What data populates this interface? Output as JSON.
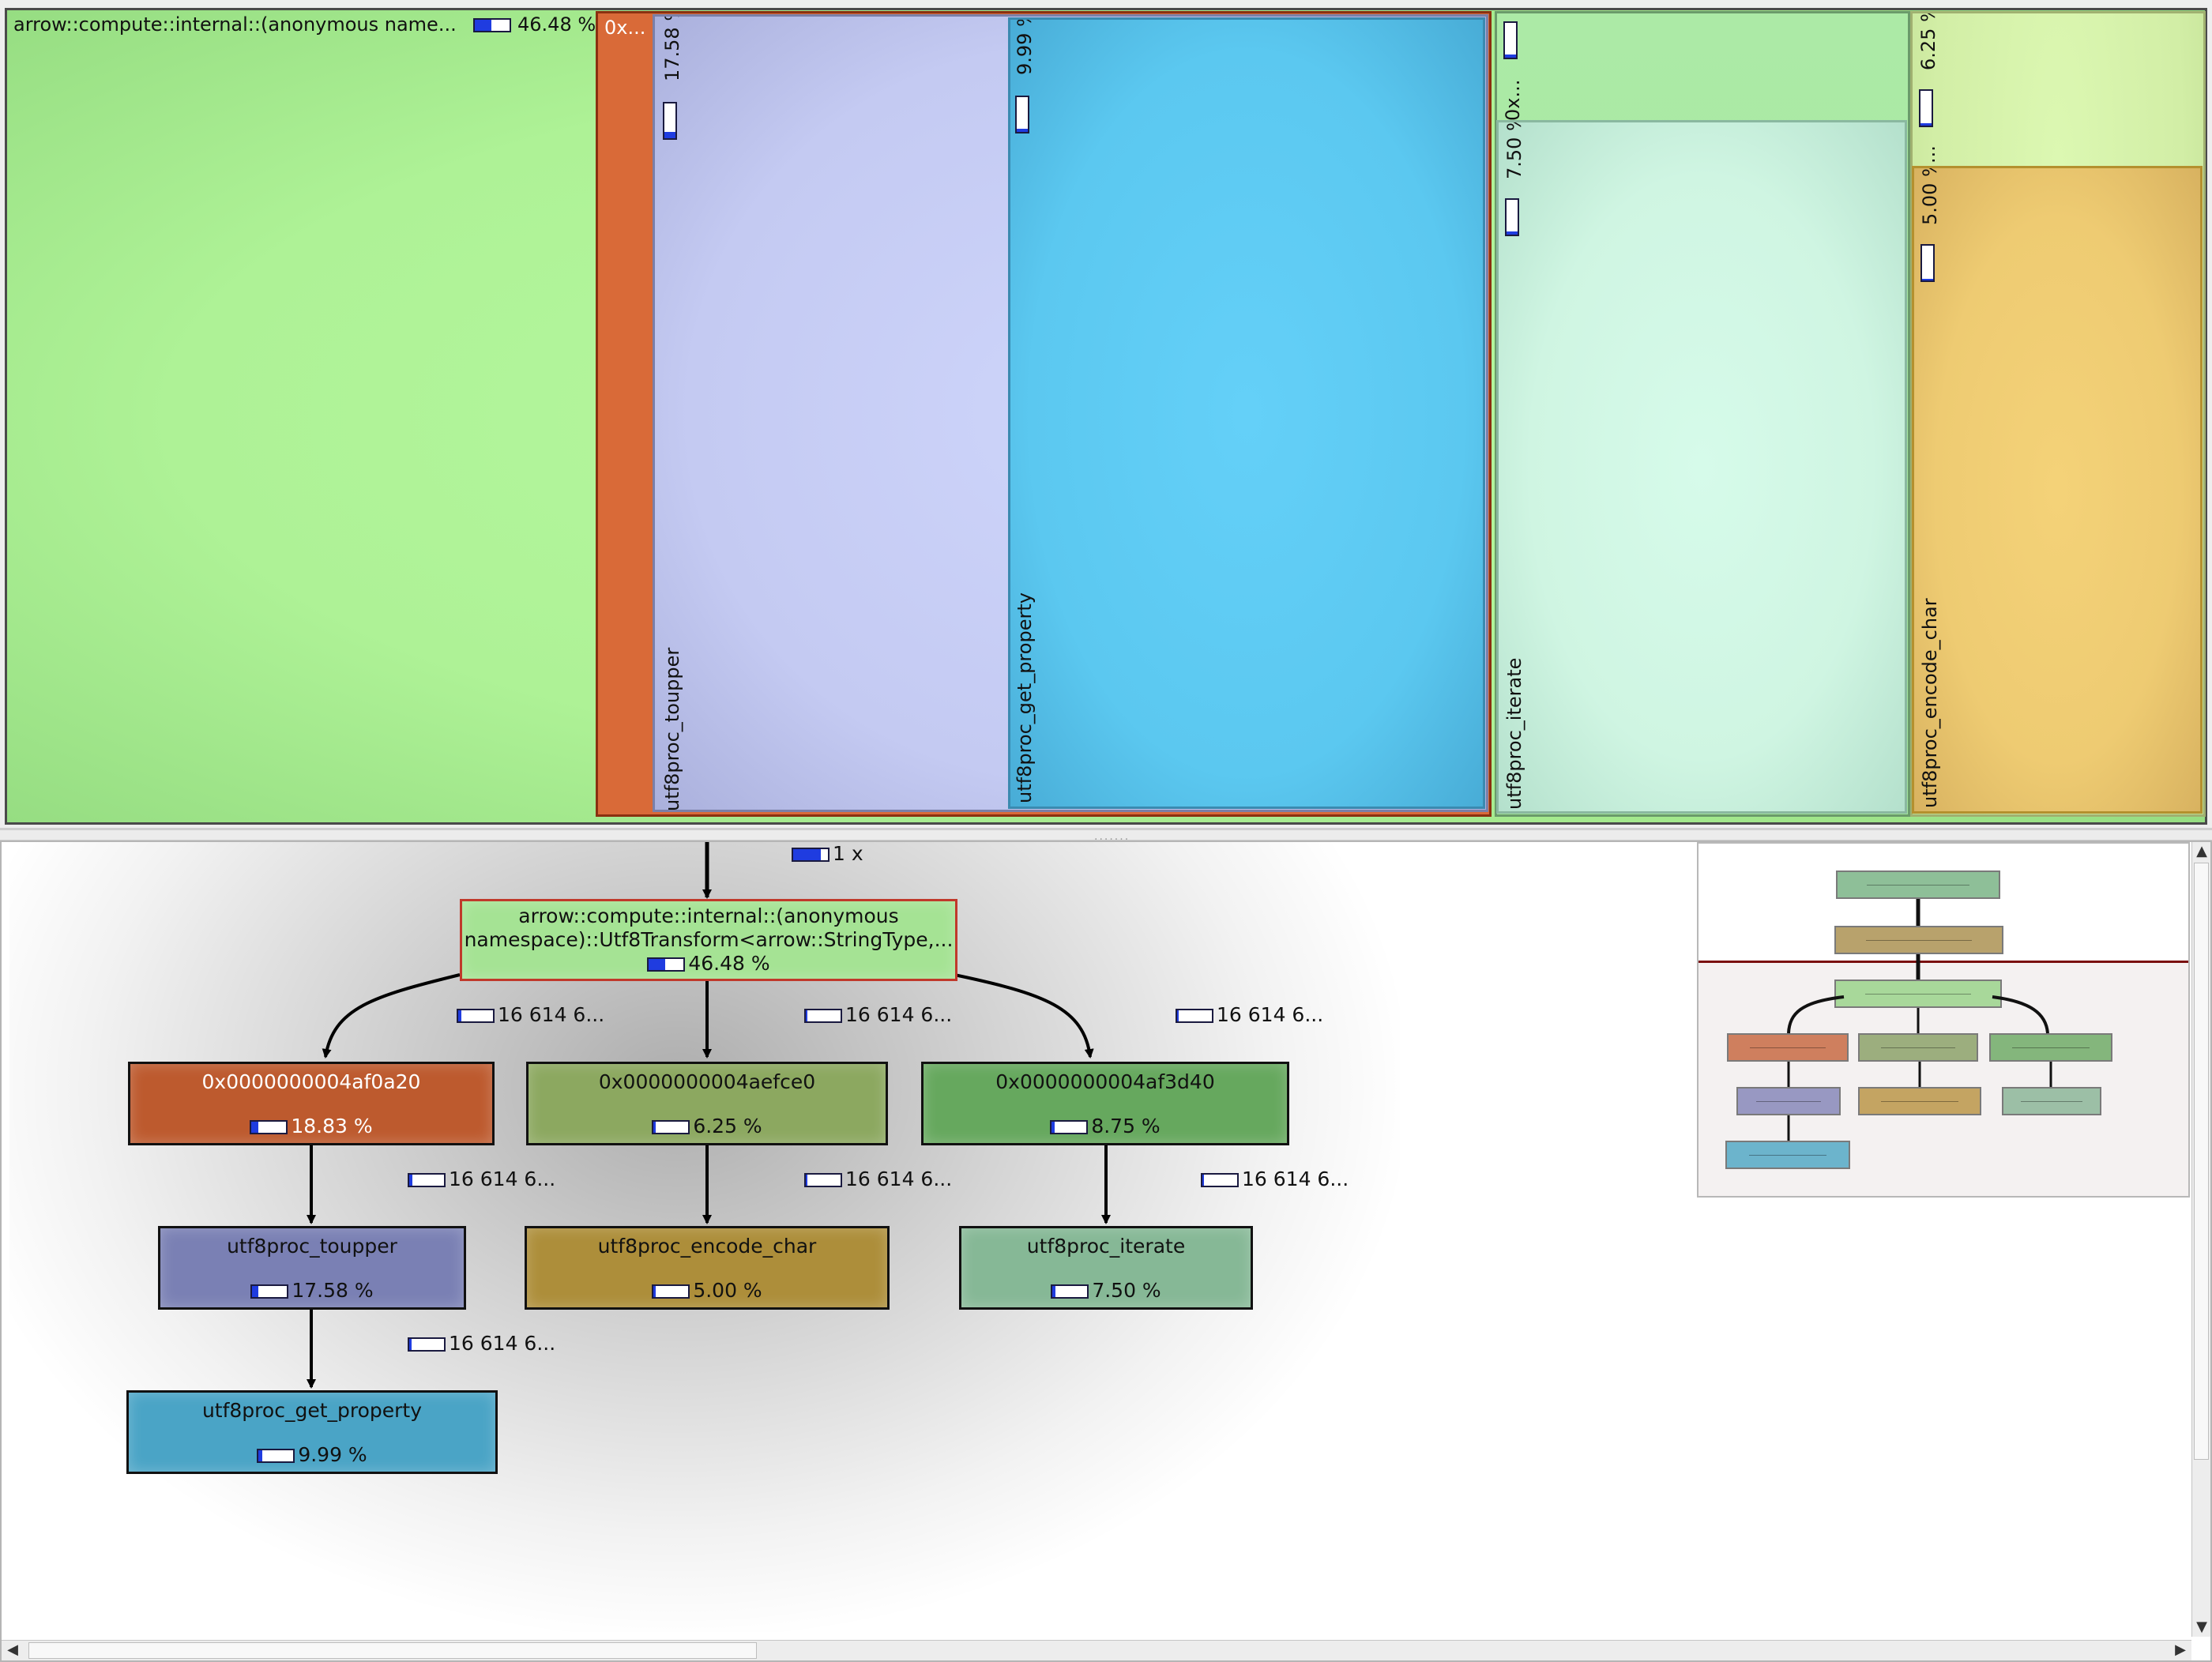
{
  "treemap": {
    "root": {
      "label": "arrow::compute::internal::(anonymous name...",
      "percent": "46.48 %",
      "fill": 0.4648,
      "color": "#b0f59a"
    },
    "a20": {
      "label": "0x...",
      "color": "#d96a38"
    },
    "toupper": {
      "name": "utf8proc_toupper",
      "percent": "17.58 %",
      "fill": 0.1758,
      "color": "#c6cdf4"
    },
    "get_property": {
      "name": "utf8proc_get_property",
      "percent": "9.99 %",
      "fill": 0.0999,
      "color": "#5ccaf2"
    },
    "d40": {
      "label": "0x...",
      "color": "#a6e8a2"
    },
    "iterate": {
      "name": "utf8proc_iterate",
      "percent": "7.50 %",
      "fill": 0.075,
      "color": "#d0f6e4"
    },
    "ce0": {
      "label": "...",
      "percent": "6.25 %",
      "fill": 0.0625,
      "color": "#d6f2aa"
    },
    "encode_char": {
      "name": "utf8proc_encode_char",
      "percent": "5.00 %",
      "fill": 0.05,
      "color": "#f0cf76"
    }
  },
  "graph": {
    "top_edge": {
      "label": "1 x",
      "fill": 0.8
    },
    "root": {
      "line1": "arrow::compute::internal::(anonymous",
      "line2": "namespace)::Utf8Transform<arrow::StringType,...",
      "percent": "46.48 %",
      "fill": 0.4648,
      "color": "#a5e394"
    },
    "nodes": [
      {
        "key": "a20",
        "name": "0x0000000004af0a20",
        "percent": "18.83 %",
        "fill": 0.1883,
        "color": "#bd5a2e",
        "text": "#ffffff"
      },
      {
        "key": "ce0",
        "name": "0x0000000004aefce0",
        "percent": "6.25 %",
        "fill": 0.0625,
        "color": "#8ca860",
        "text": "#111111"
      },
      {
        "key": "d40",
        "name": "0x0000000004af3d40",
        "percent": "8.75 %",
        "fill": 0.0875,
        "color": "#66a85e",
        "text": "#111111"
      },
      {
        "key": "toupper",
        "name": "utf8proc_toupper",
        "percent": "17.58 %",
        "fill": 0.1758,
        "color": "#7a80b4",
        "text": "#111111"
      },
      {
        "key": "encode",
        "name": "utf8proc_encode_char",
        "percent": "5.00 %",
        "fill": 0.05,
        "color": "#ad8e3a",
        "text": "#111111"
      },
      {
        "key": "iterate",
        "name": "utf8proc_iterate",
        "percent": "7.50 %",
        "fill": 0.075,
        "color": "#86b896",
        "text": "#111111"
      },
      {
        "key": "getprop",
        "name": "utf8proc_get_property",
        "percent": "9.99 %",
        "fill": 0.0999,
        "color": "#4aa4c6",
        "text": "#111111"
      }
    ],
    "edge_labels": [
      "16 614 6...",
      "16 614 6...",
      "16 614 6...",
      "16 614 6...",
      "16 614 6...",
      "16 614 6...",
      "16 614 6..."
    ]
  },
  "minimap": {
    "colors": [
      "#8ebf98",
      "#b8a26c",
      "#a8d89a",
      "#cf7f5e",
      "#9cae7e",
      "#84b67c",
      "#9898c2",
      "#c4a462",
      "#9cbfa6",
      "#6cb4cc"
    ]
  }
}
